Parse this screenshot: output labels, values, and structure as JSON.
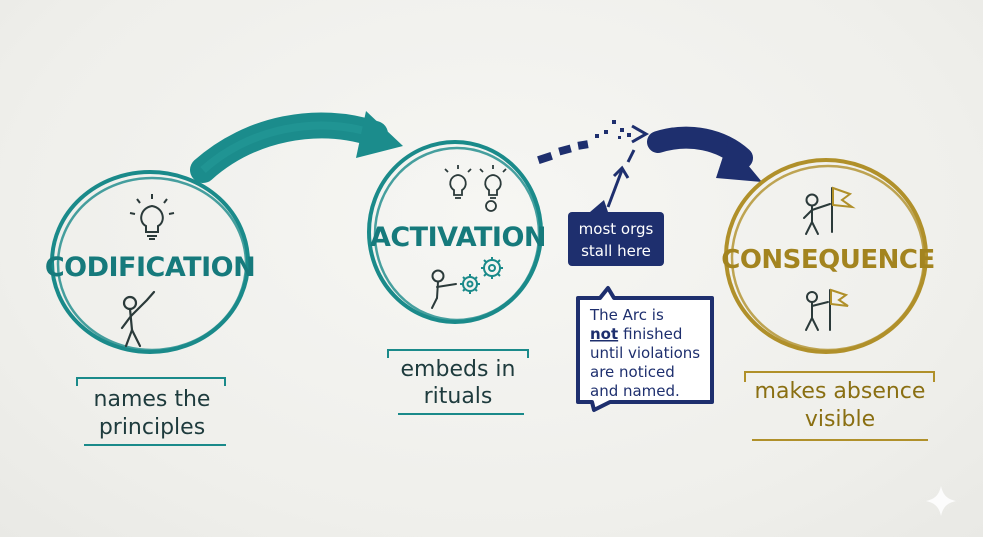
{
  "stages": [
    {
      "title": "CODIFICATION",
      "caption_line1": "names the",
      "caption_line2": "principles"
    },
    {
      "title": "ACTIVATION",
      "caption_line1": "embeds in",
      "caption_line2": "rituals"
    },
    {
      "title": "CONSEQUENCE",
      "caption_line1": "makes absence",
      "caption_line2": "visible"
    }
  ],
  "callouts": {
    "stall_line1": "most orgs",
    "stall_line2": "stall here",
    "note_line1": "The Arc is",
    "note_line2_emph": "not",
    "note_line2_rest": "finished",
    "note_line3": "until violations",
    "note_line4": "are noticed",
    "note_line5": "and named."
  },
  "colors": {
    "teal": "#1a8a8a",
    "teal_dark": "#167a7c",
    "navy": "#1e2f6e",
    "gold": "#b0902a",
    "ink": "#2b3a3a"
  },
  "icons": [
    "lightbulb-icon",
    "person-pointing-icon",
    "gear-icon",
    "flag-person-icon",
    "sparkle-icon"
  ]
}
